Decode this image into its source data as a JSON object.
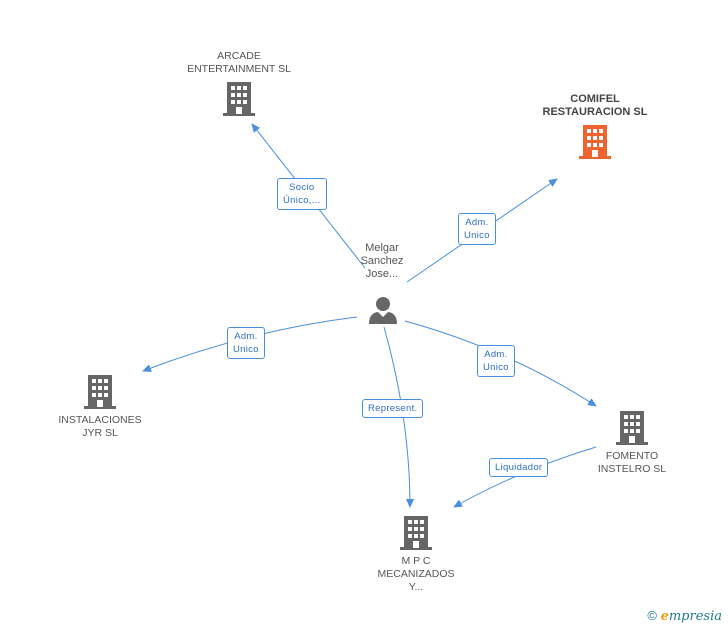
{
  "colors": {
    "edge": "#4a8fdb",
    "node": "#666666",
    "highlight": "#f0622e",
    "brand": "#1f7a8c"
  },
  "center": {
    "label": "Melgar\nSanchez\nJose..."
  },
  "nodes": [
    {
      "id": "arcade",
      "label": "ARCADE\nENTERTAINMENT SL",
      "highlight": false
    },
    {
      "id": "comifel",
      "label": "COMIFEL\nRESTAURACION SL",
      "highlight": true
    },
    {
      "id": "instalaciones",
      "label": "INSTALACIONES\nJYR SL",
      "highlight": false
    },
    {
      "id": "fomento",
      "label": "FOMENTO\nINSTELRO SL",
      "highlight": false
    },
    {
      "id": "mpc",
      "label": "M P C\nMECANIZADOS\nY...",
      "highlight": false
    }
  ],
  "edges": [
    {
      "id": "e-arcade",
      "label": "Socio\nÚnico,..."
    },
    {
      "id": "e-comifel",
      "label": "Adm.\nUnico"
    },
    {
      "id": "e-instalaciones",
      "label": "Adm.\nUnico"
    },
    {
      "id": "e-fomento",
      "label": "Adm.\nUnico"
    },
    {
      "id": "e-mpc",
      "label": "Represent."
    },
    {
      "id": "e-liquidador",
      "label": "Liquidador"
    }
  ],
  "footer": {
    "copyright": "©",
    "brand_initial": "e",
    "brand_rest": "mpresia"
  }
}
